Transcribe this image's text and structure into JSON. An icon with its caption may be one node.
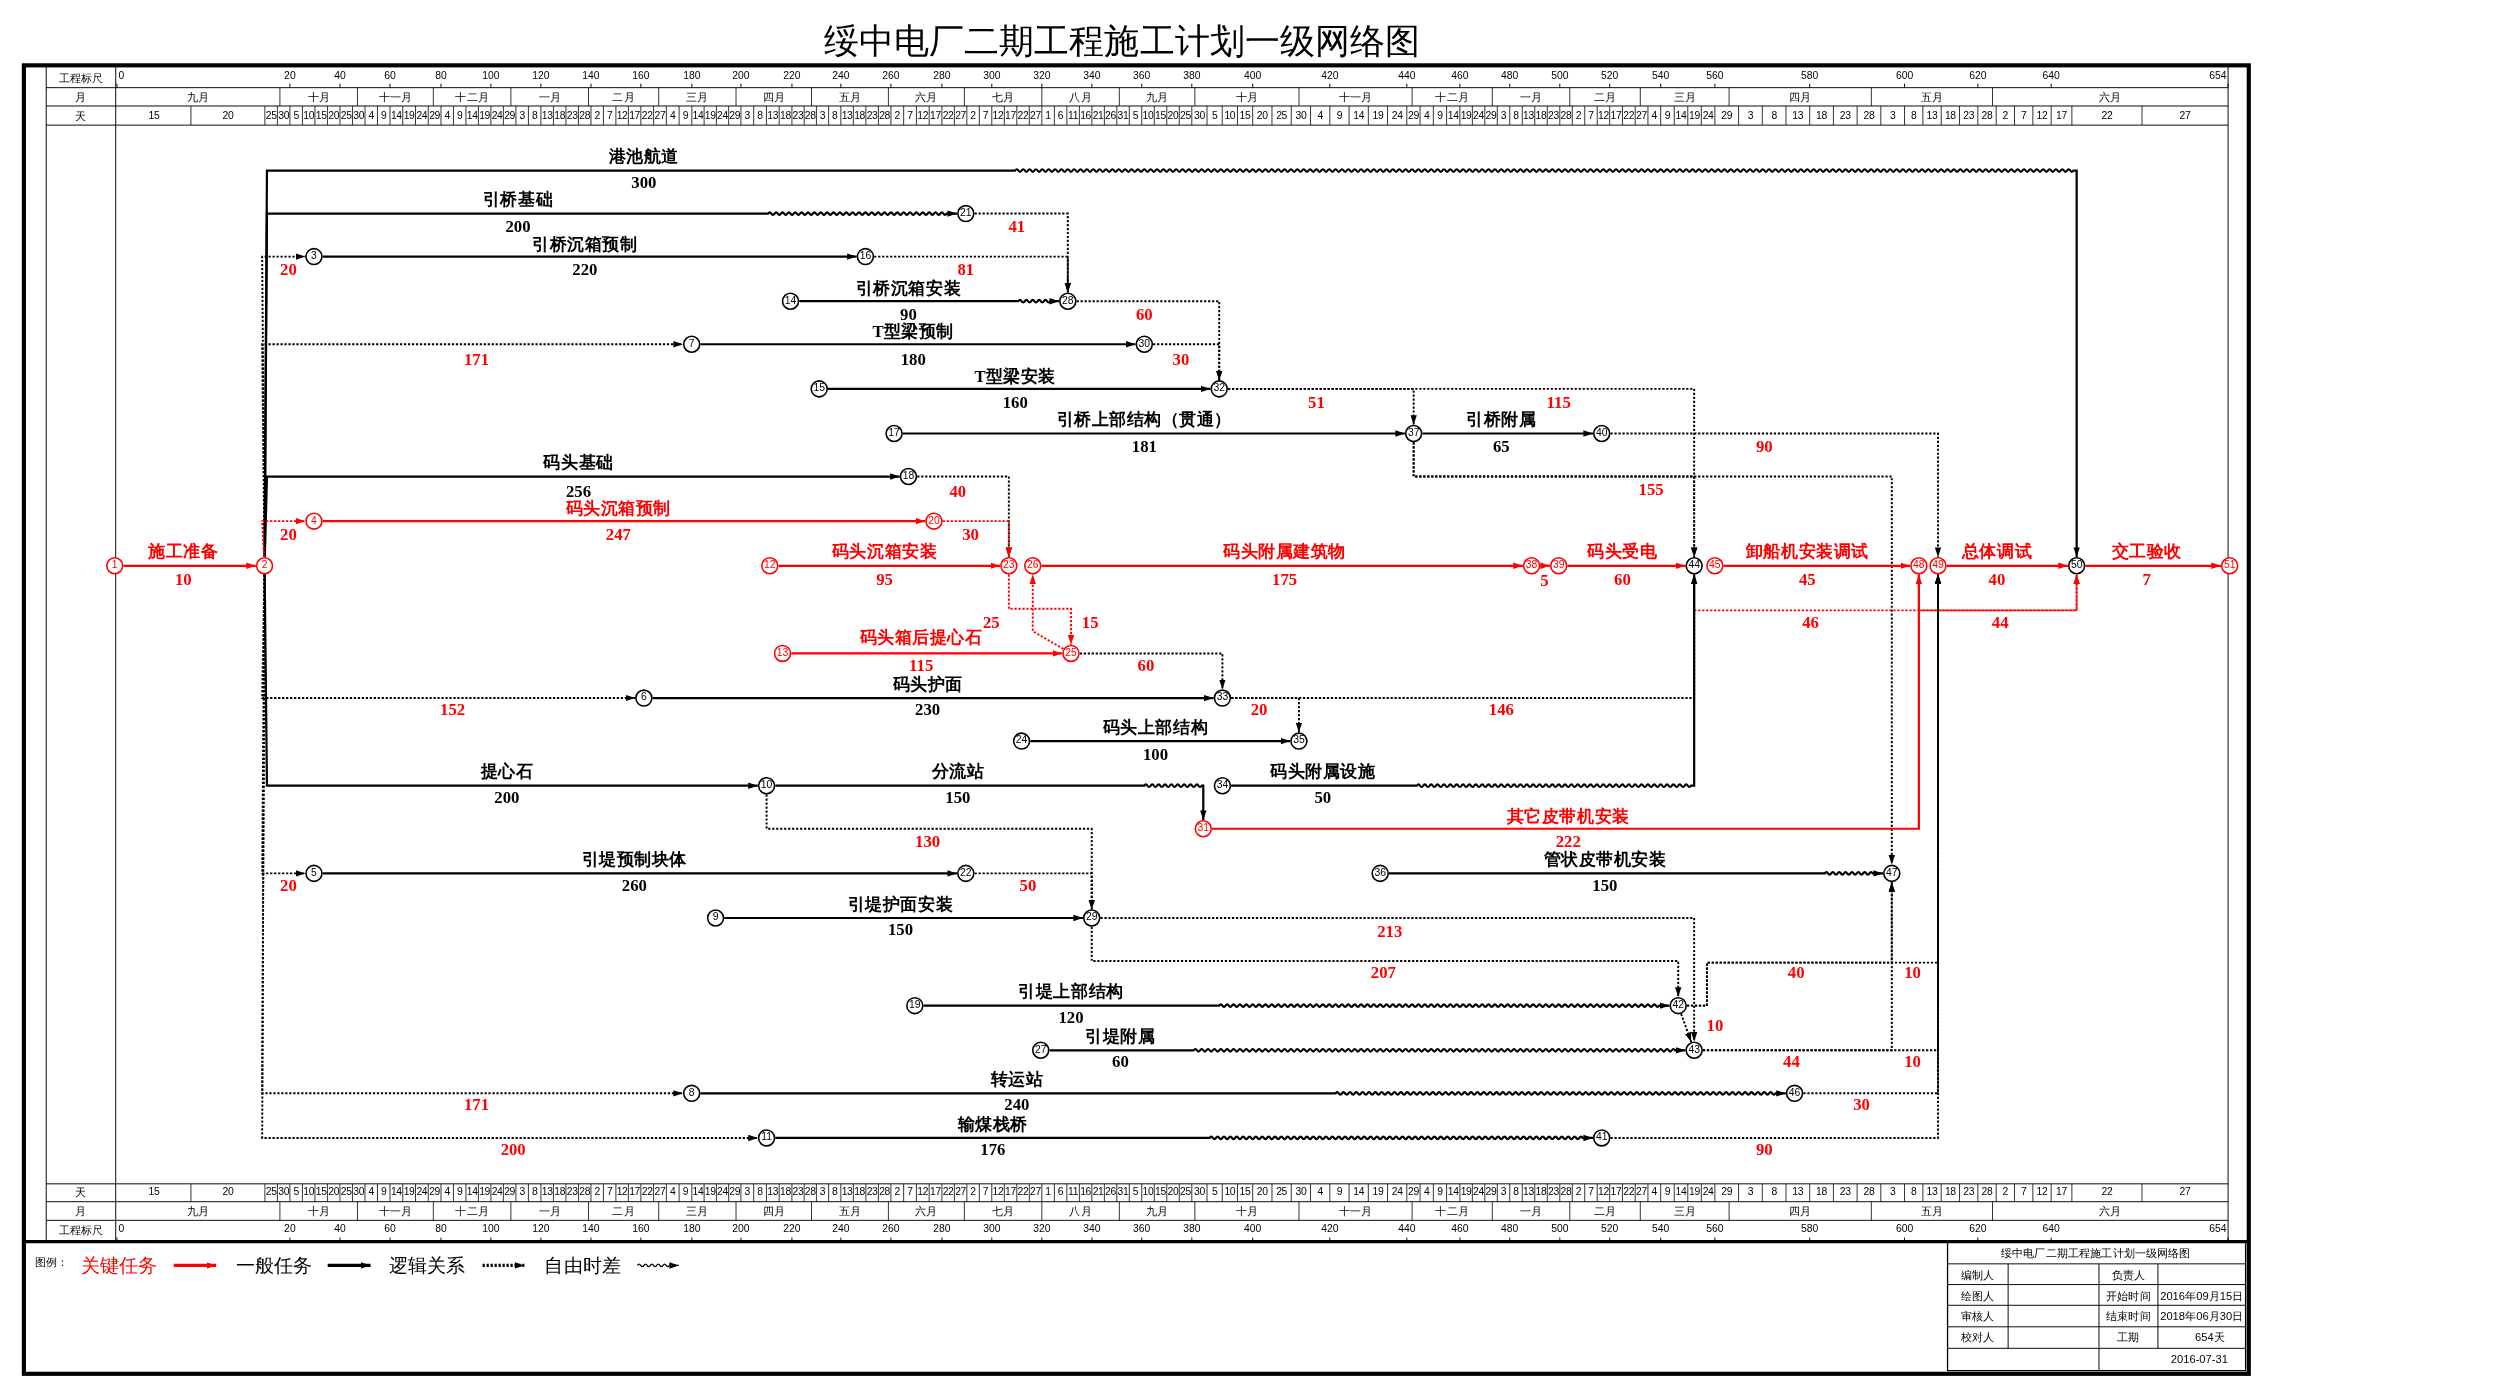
{
  "diagram": {
    "title": "绥中电厂二期工程施工计划一级网络图",
    "nodes": [
      {
        "text": [
          "1"
        ]
      },
      {
        "text": [
          "2"
        ]
      },
      {
        "text": [
          "3"
        ]
      },
      {
        "text": [
          "4"
        ]
      },
      {
        "text": [
          "5"
        ]
      },
      {
        "text": [
          "6"
        ]
      },
      {
        "text": [
          "7"
        ]
      },
      {
        "text": [
          "8"
        ]
      },
      {
        "text": [
          "9"
        ]
      },
      {
        "text": [
          "10"
        ]
      },
      {
        "text": [
          "11"
        ]
      },
      {
        "text": [
          "12"
        ]
      },
      {
        "text": [
          "13"
        ]
      },
      {
        "text": [
          "14"
        ]
      },
      {
        "text": [
          "15"
        ]
      },
      {
        "text": [
          "16"
        ]
      },
      {
        "text": [
          "17"
        ]
      },
      {
        "text": [
          "18"
        ]
      },
      {
        "text": [
          "19"
        ]
      },
      {
        "text": [
          "20"
        ]
      },
      {
        "text": [
          "21"
        ]
      },
      {
        "text": [
          "22"
        ]
      },
      {
        "text": [
          "23"
        ]
      },
      {
        "text": [
          "24"
        ]
      },
      {
        "text": [
          "25"
        ]
      },
      {
        "text": [
          "26"
        ]
      },
      {
        "text": [
          "27"
        ]
      },
      {
        "text": [
          "28"
        ]
      },
      {
        "text": [
          "29"
        ]
      },
      {
        "text": [
          "30"
        ]
      },
      {
        "text": [
          "31"
        ]
      },
      {
        "text": [
          "32"
        ]
      },
      {
        "text": [
          "33"
        ]
      },
      {
        "text": [
          "34"
        ]
      },
      {
        "text": [
          "35"
        ]
      },
      {
        "text": [
          "36"
        ]
      },
      {
        "text": [
          "37"
        ]
      },
      {
        "text": [
          "38"
        ]
      },
      {
        "text": [
          "39"
        ]
      },
      {
        "text": [
          "40"
        ]
      },
      {
        "text": [
          "41"
        ]
      },
      {
        "text": [
          "42"
        ]
      },
      {
        "text": [
          "43"
        ]
      },
      {
        "text": [
          "44"
        ]
      },
      {
        "text": [
          "45"
        ]
      },
      {
        "text": [
          "46"
        ]
      },
      {
        "text": [
          "47"
        ]
      },
      {
        "text": [
          "48"
        ]
      },
      {
        "text": [
          "49"
        ]
      },
      {
        "text": [
          "50"
        ]
      },
      {
        "text": [
          "51"
        ]
      }
    ],
    "edges": [
      {
        "from": 0,
        "to": 1,
        "arrow": "to",
        "label": "施工准备",
        "color": "#ff0000"
      },
      {
        "from": 1,
        "to": 49,
        "arrow": "to",
        "label": "港池航道"
      },
      {
        "from": 1,
        "to": 20,
        "arrow": "to",
        "label": "引桥基础"
      },
      {
        "from": 1,
        "to": 2,
        "arrow": "to",
        "label": "20",
        "style": "dashed"
      },
      {
        "from": 2,
        "to": 15,
        "arrow": "to",
        "label": "引桥沉箱预制"
      },
      {
        "from": 20,
        "to": 27,
        "arrow": "to",
        "label": "41",
        "style": "dashed"
      },
      {
        "from": 15,
        "to": 27,
        "arrow": "to",
        "label": "81",
        "style": "dashed"
      },
      {
        "from": 13,
        "to": 27,
        "arrow": "to",
        "label": "引桥沉箱安装"
      },
      {
        "from": 27,
        "to": 31,
        "arrow": "to",
        "label": "60",
        "style": "dashed"
      },
      {
        "from": 1,
        "to": 6,
        "arrow": "to",
        "label": "171",
        "style": "dashed"
      },
      {
        "from": 6,
        "to": 29,
        "arrow": "to",
        "label": "T型梁预制"
      },
      {
        "from": 29,
        "to": 31,
        "arrow": "to",
        "label": "30",
        "style": "dashed"
      },
      {
        "from": 14,
        "to": 31,
        "arrow": "to",
        "label": "T型梁安装"
      },
      {
        "from": 31,
        "to": 36,
        "arrow": "to",
        "label": "51",
        "style": "dashed"
      },
      {
        "from": 31,
        "to": 43,
        "arrow": "to",
        "label": "115",
        "style": "dashed"
      },
      {
        "from": 16,
        "to": 36,
        "arrow": "to",
        "label": "引桥上部结构（贯通）"
      },
      {
        "from": 36,
        "to": 39,
        "arrow": "to",
        "label": "引桥附属"
      },
      {
        "from": 39,
        "to": 48,
        "arrow": "to",
        "label": "90",
        "style": "dashed"
      },
      {
        "from": 36,
        "to": 43,
        "arrow": "to",
        "label": "155",
        "style": "dashed"
      },
      {
        "from": 36,
        "to": 46,
        "arrow": "to",
        "style": "dashed"
      },
      {
        "from": 1,
        "to": 17,
        "arrow": "to",
        "label": "码头基础"
      },
      {
        "from": 17,
        "to": 22,
        "arrow": "to",
        "label": "40",
        "style": "dashed"
      },
      {
        "from": 1,
        "to": 3,
        "arrow": "to",
        "label": "20",
        "style": "dashed",
        "color": "#ff0000"
      },
      {
        "from": 3,
        "to": 19,
        "arrow": "to",
        "label": "码头沉箱预制",
        "color": "#ff0000"
      },
      {
        "from": 19,
        "to": 22,
        "arrow": "to",
        "label": "30",
        "style": "dashed",
        "color": "#ff0000"
      },
      {
        "from": 11,
        "to": 22,
        "arrow": "to",
        "label": "码头沉箱安装",
        "color": "#ff0000"
      },
      {
        "from": 22,
        "to": 24,
        "arrow": "to",
        "label": "25",
        "style": "dashed",
        "color": "#ff0000"
      },
      {
        "from": 24,
        "to": 25,
        "arrow": "to",
        "label": "15",
        "style": "dashed",
        "color": "#ff0000"
      },
      {
        "from": 25,
        "to": 37,
        "arrow": "to",
        "label": "码头附属建筑物",
        "color": "#ff0000"
      },
      {
        "from": 37,
        "to": 38,
        "arrow": "to",
        "color": "#ff0000"
      },
      {
        "from": 38,
        "to": 43,
        "arrow": "to",
        "label": "码头受电",
        "color": "#ff0000"
      },
      {
        "from": 44,
        "to": 47,
        "arrow": "to",
        "label": "卸船机安装调试",
        "color": "#ff0000"
      },
      {
        "from": 48,
        "to": 49,
        "arrow": "to",
        "label": "总体调试",
        "color": "#ff0000"
      },
      {
        "from": 49,
        "to": 50,
        "arrow": "to",
        "label": "交工验收",
        "color": "#ff0000"
      },
      {
        "from": 43,
        "to": 49,
        "arrow": "to",
        "label": "46",
        "style": "dashed",
        "color": "#ff0000"
      },
      {
        "from": 47,
        "to": 49,
        "arrow": "to",
        "label": "44",
        "style": "dashed",
        "color": "#ff0000"
      },
      {
        "from": 12,
        "to": 24,
        "arrow": "to",
        "label": "码头箱后提心石",
        "color": "#ff0000"
      },
      {
        "from": 24,
        "to": 32,
        "arrow": "to",
        "label": "60",
        "style": "dashed"
      },
      {
        "from": 1,
        "to": 5,
        "arrow": "to",
        "label": "152",
        "style": "dashed"
      },
      {
        "from": 5,
        "to": 32,
        "arrow": "to",
        "label": "码头护面"
      },
      {
        "from": 32,
        "to": 34,
        "arrow": "to",
        "label": "20",
        "style": "dashed"
      },
      {
        "from": 32,
        "to": 43,
        "arrow": "to",
        "label": "146",
        "style": "dashed"
      },
      {
        "from": 23,
        "to": 34,
        "arrow": "to",
        "label": "码头上部结构"
      },
      {
        "from": 1,
        "to": 9,
        "arrow": "to",
        "label": "提心石"
      },
      {
        "from": 9,
        "to": 30,
        "arrow": "to",
        "label": "分流站"
      },
      {
        "from": 9,
        "to": 28,
        "arrow": "to",
        "label": "130",
        "style": "dashed"
      },
      {
        "from": 33,
        "to": 43,
        "arrow": "to",
        "label": "码头附属设施"
      },
      {
        "from": 30,
        "to": 47,
        "arrow": "to",
        "label": "其它皮带机安装",
        "color": "#ff0000"
      },
      {
        "from": 1,
        "to": 4,
        "arrow": "to",
        "label": "20",
        "style": "dashed"
      },
      {
        "from": 4,
        "to": 21,
        "arrow": "to",
        "label": "引堤预制块体"
      },
      {
        "from": 21,
        "to": 28,
        "arrow": "to",
        "label": "50",
        "style": "dashed"
      },
      {
        "from": 35,
        "to": 46,
        "arrow": "to",
        "label": "管状皮带机安装"
      },
      {
        "from": 8,
        "to": 28,
        "arrow": "to",
        "label": "引堤护面安装"
      },
      {
        "from": 28,
        "to": 42,
        "arrow": "to",
        "label": "213",
        "style": "dashed"
      },
      {
        "from": 28,
        "to": 41,
        "arrow": "to",
        "label": "207",
        "style": "dashed"
      },
      {
        "from": 18,
        "to": 41,
        "arrow": "to",
        "label": "引堤上部结构"
      },
      {
        "from": 41,
        "to": 42,
        "arrow": "to",
        "label": "10",
        "style": "dashed"
      },
      {
        "from": 41,
        "to": 46,
        "arrow": "to",
        "label": "40",
        "style": "dashed"
      },
      {
        "from": 41,
        "to": 48,
        "arrow": "to",
        "label": "10",
        "style": "dashed"
      },
      {
        "from": 26,
        "to": 42,
        "arrow": "to",
        "label": "引堤附属"
      },
      {
        "from": 42,
        "to": 46,
        "arrow": "to",
        "label": "44",
        "style": "dashed"
      },
      {
        "from": 42,
        "to": 48,
        "arrow": "to",
        "label": "10",
        "style": "dashed"
      },
      {
        "from": 1,
        "to": 7,
        "arrow": "to",
        "label": "171",
        "style": "dashed"
      },
      {
        "from": 7,
        "to": 45,
        "arrow": "to",
        "label": "转运站"
      },
      {
        "from": 45,
        "to": 48,
        "arrow": "to",
        "label": "30",
        "style": "dashed"
      },
      {
        "from": 1,
        "to": 10,
        "arrow": "to",
        "label": "200",
        "style": "dashed"
      },
      {
        "from": 10,
        "to": 40,
        "arrow": "to",
        "label": "输煤栈桥"
      },
      {
        "from": 40,
        "to": 48,
        "arrow": "to",
        "label": "90",
        "style": "dashed"
      }
    ],
    "labels": [
      "工程标尺",
      "0",
      "20",
      "40",
      "60",
      "80",
      "100",
      "120",
      "140",
      "160",
      "180",
      "200",
      "220",
      "240",
      "260",
      "280",
      "300",
      "320",
      "340",
      "360",
      "380",
      "400",
      "420",
      "440",
      "460",
      "480",
      "500",
      "520",
      "540",
      "560",
      "580",
      "600",
      "620",
      "640",
      "654",
      "月",
      "九月",
      "十月",
      "十一月",
      "十二月",
      "一月",
      "二月",
      "三月",
      "四月",
      "五月",
      "六月",
      "七月",
      "八月",
      "九月",
      "十月",
      "十一月",
      "十二月",
      "一月",
      "二月",
      "三月",
      "四月",
      "五月",
      "六月",
      "天",
      "15",
      "20",
      "25",
      "30",
      "5",
      "10",
      "15",
      "20",
      "25",
      "30",
      "4",
      "9",
      "14",
      "19",
      "24",
      "29",
      "4",
      "9",
      "14",
      "19",
      "24",
      "29",
      "3",
      "8",
      "13",
      "18",
      "23",
      "28",
      "2",
      "7",
      "12",
      "17",
      "22",
      "27",
      "4",
      "9",
      "14",
      "19",
      "24",
      "29",
      "3",
      "8",
      "13",
      "18",
      "23",
      "28",
      "3",
      "8",
      "13",
      "18",
      "23",
      "28",
      "2",
      "7",
      "12",
      "17",
      "22",
      "27",
      "2",
      "7",
      "12",
      "17",
      "22",
      "27",
      "1",
      "6",
      "11",
      "16",
      "21",
      "26",
      "31",
      "5",
      "10",
      "15",
      "20",
      "25",
      "30",
      "5",
      "10",
      "15",
      "20",
      "25",
      "30",
      "4",
      "9",
      "14",
      "19",
      "24",
      "29",
      "4",
      "9",
      "14",
      "19",
      "24",
      "29",
      "3",
      "8",
      "13",
      "18",
      "23",
      "28",
      "2",
      "7",
      "12",
      "17",
      "22",
      "27",
      "4",
      "9",
      "14",
      "19",
      "24",
      "29",
      "3",
      "8",
      "13",
      "18",
      "23",
      "28",
      "3",
      "8",
      "13",
      "18",
      "23",
      "28",
      "2",
      "7",
      "12",
      "17",
      "22",
      "27",
      "10",
      "300",
      "200",
      "220",
      "90",
      "180",
      "160",
      "181",
      "65",
      "256",
      "247",
      "95",
      "175",
      "5",
      "60",
      "45",
      "40",
      "7",
      "115",
      "230",
      "100",
      "200",
      "150",
      "50",
      "222",
      "260",
      "150",
      "150",
      "120",
      "60",
      "240",
      "176",
      "天",
      "15",
      "20",
      "25",
      "30",
      "5",
      "10",
      "15",
      "20",
      "25",
      "30",
      "4",
      "9",
      "14",
      "19",
      "24",
      "29",
      "4",
      "9",
      "14",
      "19",
      "24",
      "29",
      "3",
      "8",
      "13",
      "18",
      "23",
      "28",
      "2",
      "7",
      "12",
      "17",
      "22",
      "27",
      "4",
      "9",
      "14",
      "19",
      "24",
      "29",
      "3",
      "8",
      "13",
      "18",
      "23",
      "28",
      "3",
      "8",
      "13",
      "18",
      "23",
      "28",
      "2",
      "7",
      "12",
      "17",
      "22",
      "27",
      "2",
      "7",
      "12",
      "17",
      "22",
      "27",
      "1",
      "6",
      "11",
      "16",
      "21",
      "26",
      "31",
      "5",
      "10",
      "15",
      "20",
      "25",
      "30",
      "5",
      "10",
      "15",
      "20",
      "25",
      "30",
      "4",
      "9",
      "14",
      "19",
      "24",
      "29",
      "4",
      "9",
      "14",
      "19",
      "24",
      "29",
      "3",
      "8",
      "13",
      "18",
      "23",
      "28",
      "2",
      "7",
      "12",
      "17",
      "22",
      "27",
      "4",
      "9",
      "14",
      "19",
      "24",
      "29",
      "3",
      "8",
      "13",
      "18",
      "23",
      "28",
      "3",
      "8",
      "13",
      "18",
      "23",
      "28",
      "2",
      "7",
      "12",
      "17",
      "22",
      "27",
      "月",
      "九月",
      "十月",
      "十一月",
      "十二月",
      "一月",
      "二月",
      "三月",
      "四月",
      "五月",
      "六月",
      "七月",
      "八月",
      "九月",
      "十月",
      "十一月",
      "十二月",
      "一月",
      "二月",
      "三月",
      "四月",
      "五月",
      "六月",
      "工程标尺",
      "0",
      "20",
      "40",
      "60",
      "80",
      "100",
      "120",
      "140",
      "160",
      "180",
      "200",
      "220",
      "240",
      "260",
      "280",
      "300",
      "320",
      "340",
      "360",
      "380",
      "400",
      "420",
      "440",
      "460",
      "480",
      "500",
      "520",
      "540",
      "560",
      "580",
      "600",
      "620",
      "640",
      "654",
      "图例：",
      "绥中电厂二期工程施工计划一级网络图",
      "编制人",
      "负责人",
      "绘图人",
      "开始时间",
      "2016年09月15日",
      "审核人",
      "结束时间",
      "2018年06月30日",
      "校对人",
      "工期",
      "654天",
      "2016-07-31"
    ],
    "legend": [
      {
        "text": "关键任务"
      },
      {
        "text": "一般任务"
      },
      {
        "text": "逻辑关系"
      },
      {
        "text": "自由时差"
      }
    ]
  }
}
